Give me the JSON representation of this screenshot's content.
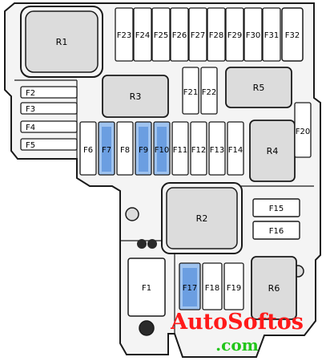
{
  "colors": {
    "outline": "#1a1a1a",
    "box_fill": "#f4f4f4",
    "relay_fill": "#dcdcdc",
    "fuse_fill": "#ffffff",
    "highlight_fill": "#9fc3ef",
    "highlight_core": "#3f7fd6",
    "watermark_red": "#ff1a1a",
    "watermark_green": "#22c51a"
  },
  "relays": {
    "r1": "R1",
    "r2": "R2",
    "r3": "R3",
    "r4": "R4",
    "r5": "R5",
    "r6": "R6"
  },
  "fuses": {
    "f1": "F1",
    "f2": "F2",
    "f3": "F3",
    "f4": "F4",
    "f5": "F5",
    "f6": "F6",
    "f7": "F7",
    "f8": "F8",
    "f9": "F9",
    "f10": "F10",
    "f11": "F11",
    "f12": "F12",
    "f13": "F13",
    "f14": "F14",
    "f15": "F15",
    "f16": "F16",
    "f17": "F17",
    "f18": "F18",
    "f19": "F19",
    "f20": "F20",
    "f21": "F21",
    "f22": "F22",
    "f23": "F23",
    "f24": "F24",
    "f25": "F25",
    "f26": "F26",
    "f27": "F27",
    "f28": "F28",
    "f29": "F29",
    "f30": "F30",
    "f31": "F31",
    "f32": "F32"
  },
  "highlighted": [
    "F7",
    "F9",
    "F10",
    "F17"
  ],
  "watermark": {
    "line1": "AutoSoftos",
    "line2": ".com"
  }
}
